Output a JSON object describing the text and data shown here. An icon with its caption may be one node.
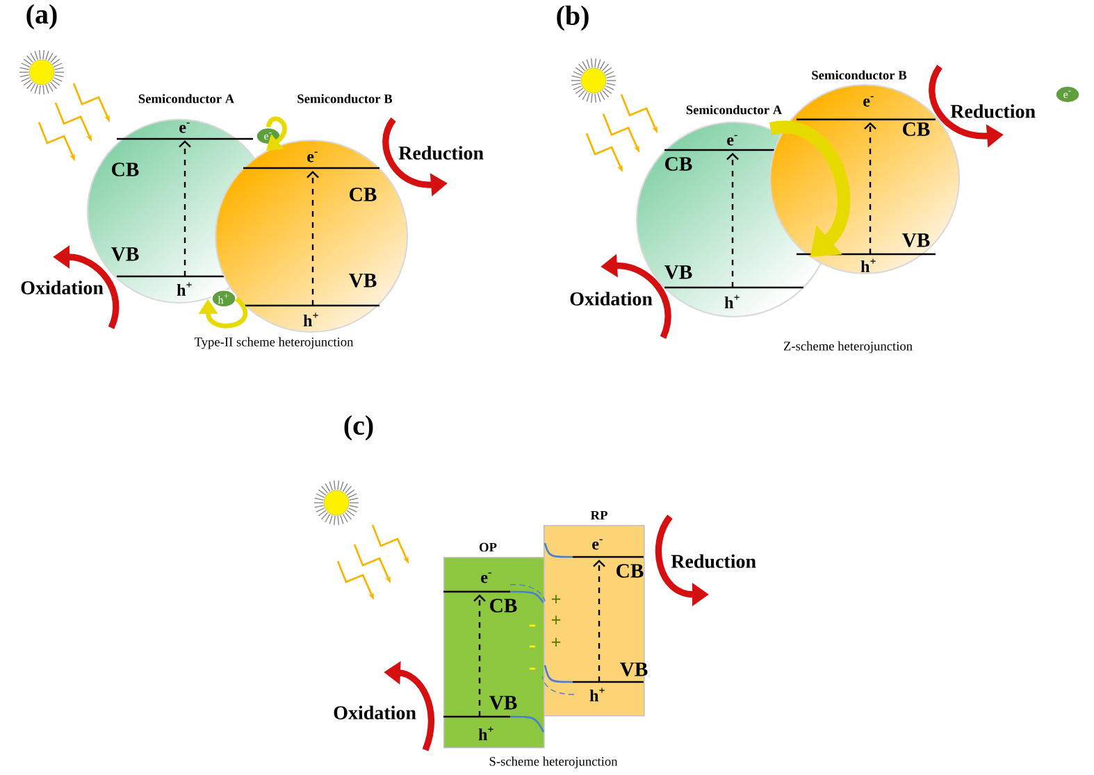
{
  "diagram": {
    "nodes": [
      {
        "text": [
          "Semiconductor A",
          "e$^{-}$",
          "CB",
          "VB",
          "h$^{+}$"
        ]
      },
      {
        "text": [
          "Semiconductor B",
          "e$^{-}$",
          "CB",
          "VB",
          "h$^{+}$"
        ]
      },
      {
        "text": [
          "e$^{-}$"
        ]
      },
      {
        "text": [
          "h$^{+}$"
        ]
      },
      {
        "text": [
          "Semiconductor A",
          "e$^{-}$",
          "CB",
          "VB",
          "h$^{+}$"
        ]
      },
      {
        "text": [
          "Semiconductor B",
          "e$^{-}$",
          "CB",
          "VB",
          "h$^{+}$"
        ]
      },
      {
        "text": [
          "e$^{-}$"
        ]
      },
      {
        "text": [
          "OP",
          "e$^{-}$",
          "CB",
          "VB",
          "h$^{+}$",
          "-",
          "-",
          "-"
        ]
      },
      {
        "text": [
          "RP",
          "e$^{-}$",
          "CB",
          "VB",
          "h$^{+}$",
          "+",
          "+",
          "+"
        ]
      }
    ],
    "edges": [
      {
        "from": 2,
        "to": 1,
        "arrow": "to"
      },
      {
        "from": 3,
        "to": 0,
        "arrow": "to"
      },
      {
        "from": 4,
        "to": 5,
        "arrow": "to",
        "style": "thick"
      }
    ],
    "labels": [
      "(a)",
      "Reduction",
      "Oxidation",
      "Type-II scheme heterojunction",
      "(b)",
      "Reduction",
      "Oxidation",
      "Z-scheme heterojunction",
      "(c)",
      "Reduction",
      "Oxidation",
      "S-scheme heterojunction"
    ]
  }
}
